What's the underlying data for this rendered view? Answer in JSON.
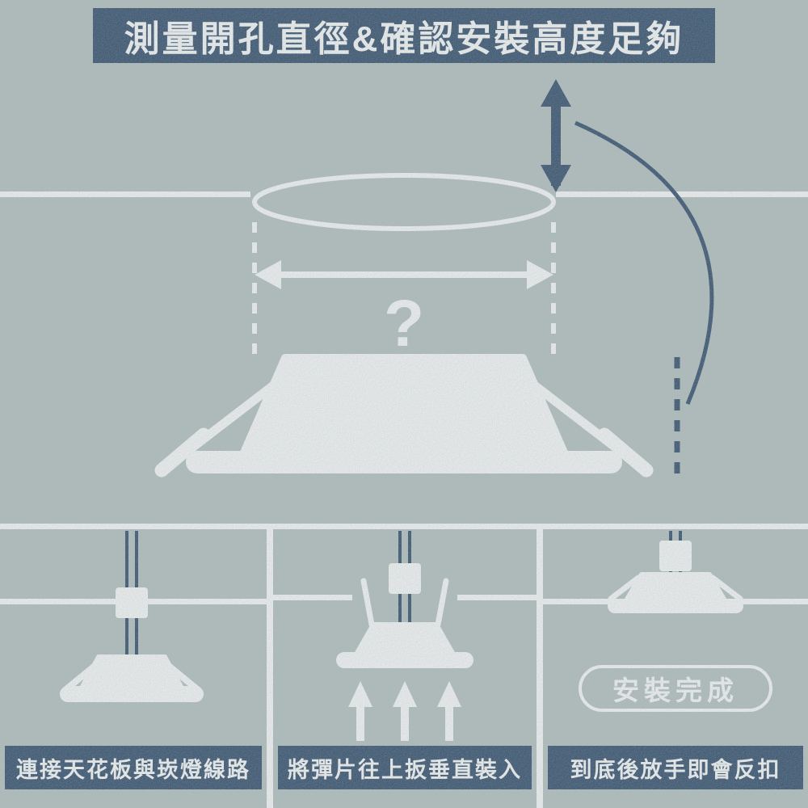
{
  "colors": {
    "navy": "#1e3c5e",
    "background": "#b2bfbe",
    "white": "#ffffff"
  },
  "banner": {
    "title": "測量開孔直徑&確認安裝高度足夠"
  },
  "main_diagram": {
    "question_mark": "?"
  },
  "steps": [
    {
      "caption": "連接天花板與崁燈線路"
    },
    {
      "caption": "將彈片往上扳垂直裝入"
    },
    {
      "caption": "到底後放手即會反扣"
    }
  ],
  "badge": {
    "label": "安裝完成"
  }
}
